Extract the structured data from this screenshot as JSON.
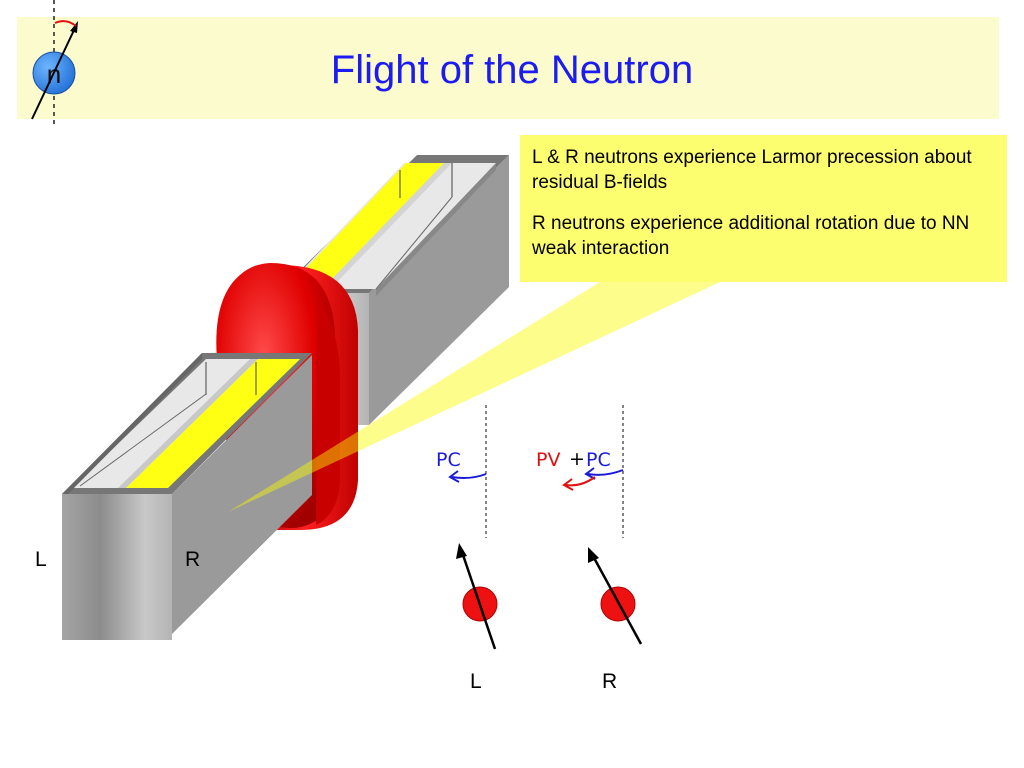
{
  "title": "Flight of the Neutron",
  "logo": {
    "letter": "n"
  },
  "note": {
    "line1": "L & R neutrons experience Larmor precession about residual B-fields",
    "line2": "R neutrons experience additional rotation due to NN weak interaction"
  },
  "apparatus_labels": {
    "left": "L",
    "right": "R"
  },
  "spin_diagram": {
    "left": {
      "annotation": "PC",
      "label": "L"
    },
    "right": {
      "annotation_pv": "PV",
      "plus": "+",
      "annotation_pc": "PC",
      "label": "R"
    }
  },
  "colors": {
    "title": "#1c1cf2",
    "banner": "#fbfbcd",
    "note": "#fdfd70",
    "neutron": "#ee1111",
    "pv": "#e01010",
    "pc": "#1c1cd8"
  }
}
